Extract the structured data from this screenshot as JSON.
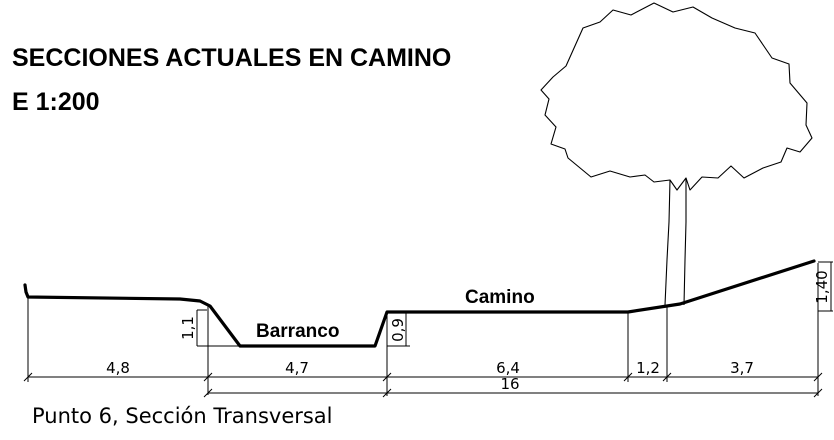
{
  "title": {
    "line1": "SECCIONES ACTUALES EN CAMINO",
    "line2": "E 1:200"
  },
  "labels": {
    "camino": "Camino",
    "barranco": "Barranco"
  },
  "dimensions": {
    "horizontal": {
      "d1": "4,8",
      "d2": "4,7",
      "d3": "6,4",
      "d4": "1,2",
      "d5": "3,7",
      "total": "16"
    },
    "vertical": {
      "barranco_depth": "1,1",
      "camino_step": "0,9",
      "right_rise": "1,40"
    }
  },
  "caption": "Punto 6, Sección Transversal"
}
